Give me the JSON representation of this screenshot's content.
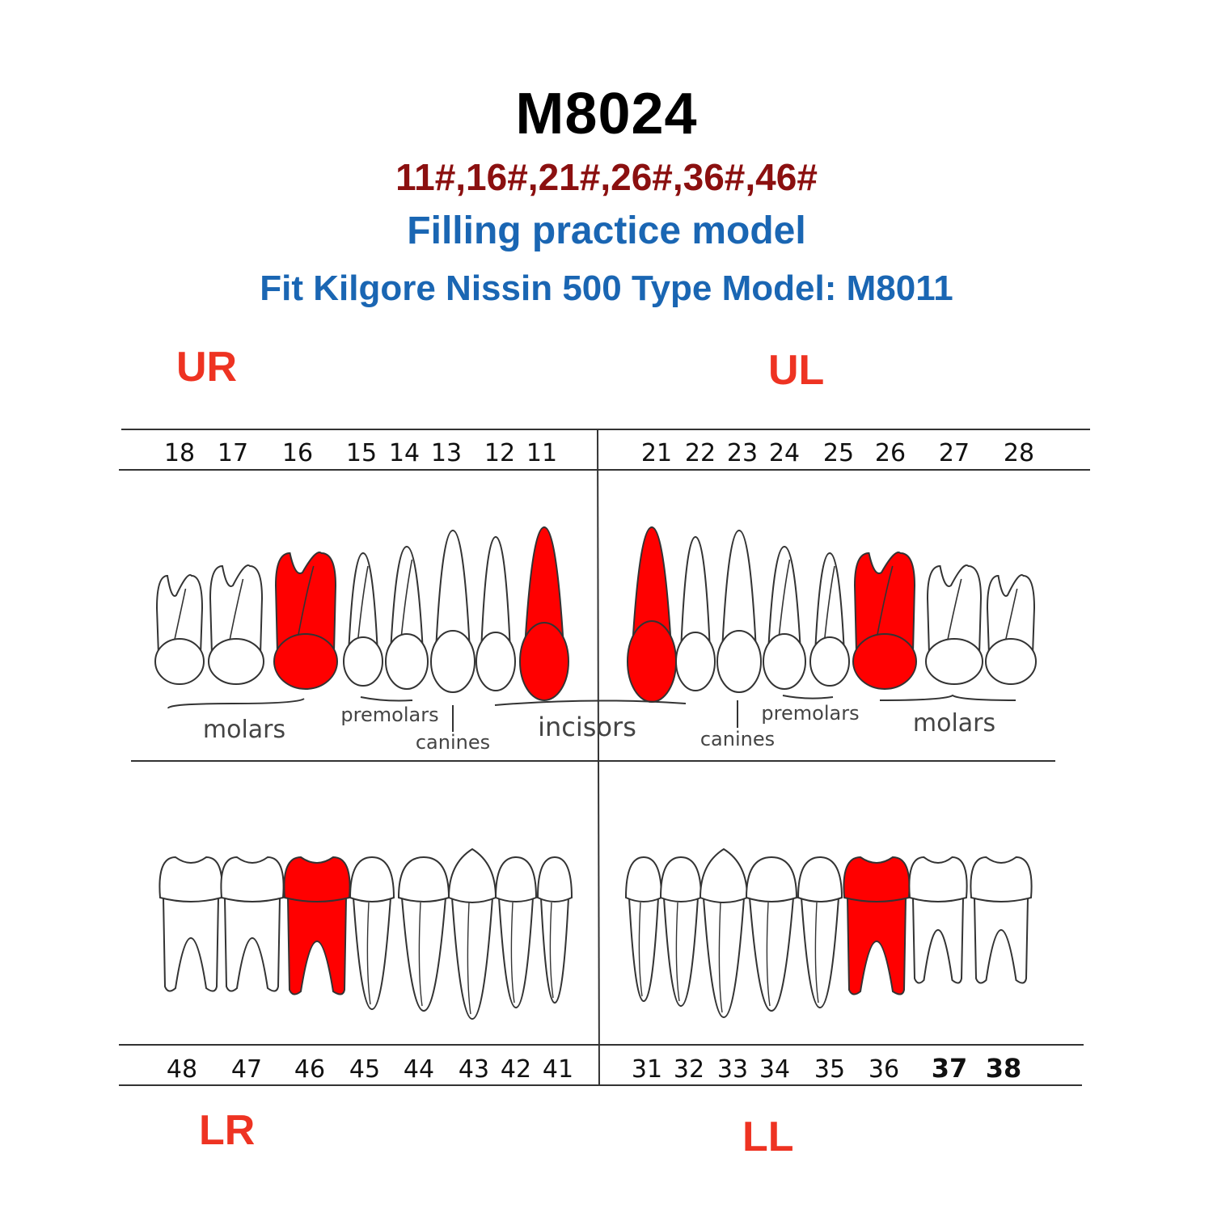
{
  "title": "M8024",
  "codes": "11#,16#,21#,26#,36#,46#",
  "subtitle": "Filling practice model",
  "fit_line": "Fit Kilgore Nissin 500 Type Model: M8011",
  "quadrants": {
    "ur": "UR",
    "ul": "UL",
    "lr": "LR",
    "ll": "LL"
  },
  "upper_right_numbers": [
    "18",
    "17",
    "16",
    "15",
    "14",
    "13",
    "12",
    "11"
  ],
  "upper_left_numbers": [
    "21",
    "22",
    "23",
    "24",
    "25",
    "26",
    "27",
    "28"
  ],
  "lower_right_numbers": [
    "48",
    "47",
    "46",
    "45",
    "44",
    "43",
    "42",
    "41"
  ],
  "lower_left_numbers": [
    "31",
    "32",
    "33",
    "34",
    "35",
    "36",
    "37",
    "38"
  ],
  "group_labels": {
    "molars_right": "molars",
    "premolars_right": "premolars",
    "canines_right": "canines",
    "incisors": "incisors",
    "canines_left": "canines",
    "premolars_left": "premolars",
    "molars_left": "molars"
  },
  "highlighted_teeth": [
    "11",
    "16",
    "21",
    "26",
    "36",
    "46"
  ],
  "colors": {
    "highlight": "#ff0000",
    "codes_text": "#8b1010",
    "subtitle_text": "#1a66b3",
    "quadrant_label": "#ee3322",
    "outline": "#333333"
  }
}
